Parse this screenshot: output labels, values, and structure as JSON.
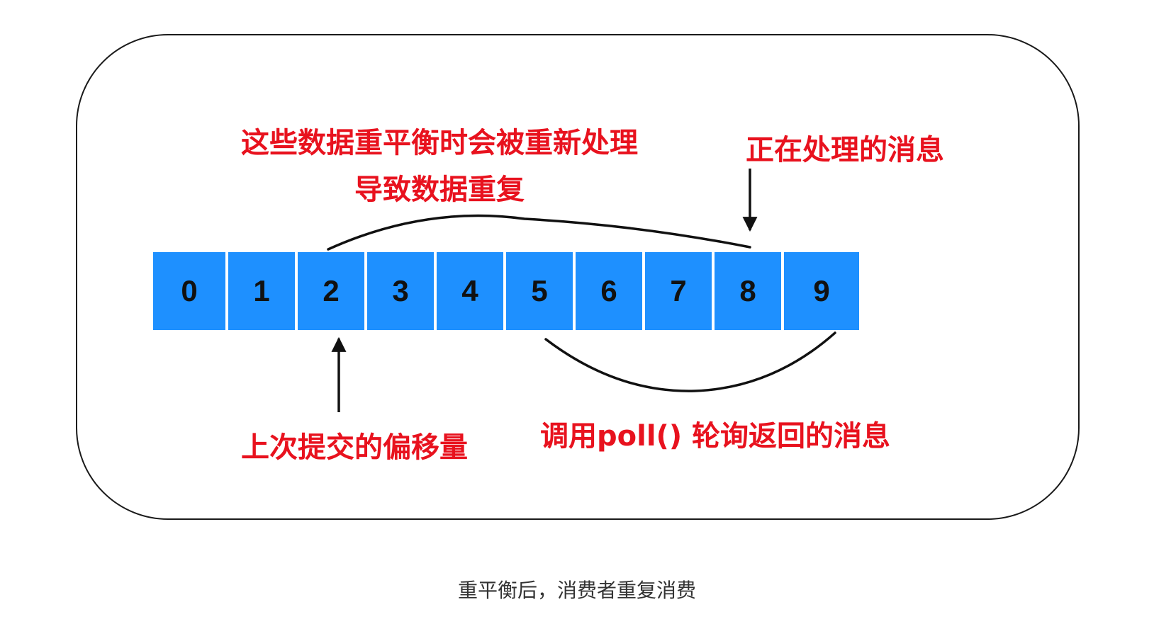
{
  "cells": [
    "0",
    "1",
    "2",
    "3",
    "4",
    "5",
    "6",
    "7",
    "8",
    "9"
  ],
  "labels": {
    "rebalance_line1": "这些数据重平衡时会被重新处理",
    "rebalance_line2": "导致数据重复",
    "processing": "正在处理的消息",
    "last_committed_offset": "上次提交的偏移量",
    "poll_returned": "调用poll() 轮询返回的消息"
  },
  "caption": "重平衡后，消费者重复消费",
  "colors": {
    "cell_fill": "#1e90ff",
    "label_text": "#e8121e",
    "lines": "#111111"
  }
}
